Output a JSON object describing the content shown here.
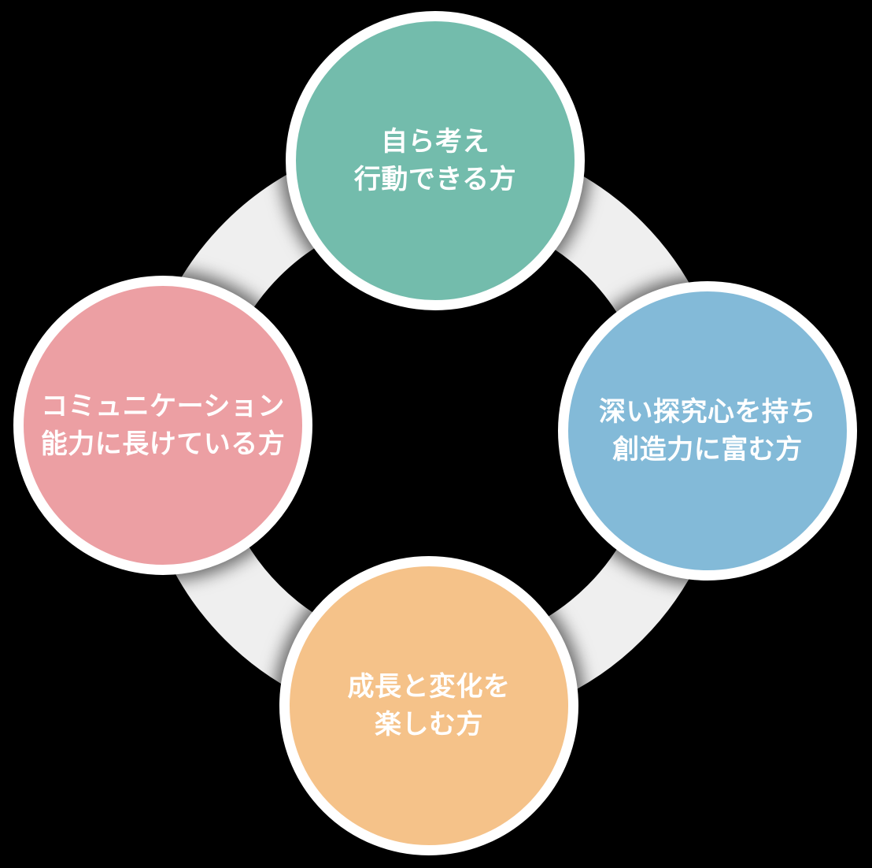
{
  "diagram": {
    "name": "ideal-candidate-traits-cycle",
    "background_color": "#000000",
    "ring_color": "#EFEFEF",
    "circle_border_color": "#FFFFFF",
    "text_color": "#FFFFFF",
    "circles": [
      {
        "position": "top",
        "color": "#73BCAC",
        "lines": [
          "自ら考え",
          "行動できる方"
        ]
      },
      {
        "position": "right",
        "color": "#83BAD8",
        "lines": [
          "深い探究心を持ち",
          "創造力に富む方"
        ]
      },
      {
        "position": "bottom",
        "color": "#F5C289",
        "lines": [
          "成長と変化を",
          "楽しむ方"
        ]
      },
      {
        "position": "left",
        "color": "#EC9FA3",
        "lines": [
          "コミュニケーション",
          "能力に長けている方"
        ]
      }
    ]
  }
}
